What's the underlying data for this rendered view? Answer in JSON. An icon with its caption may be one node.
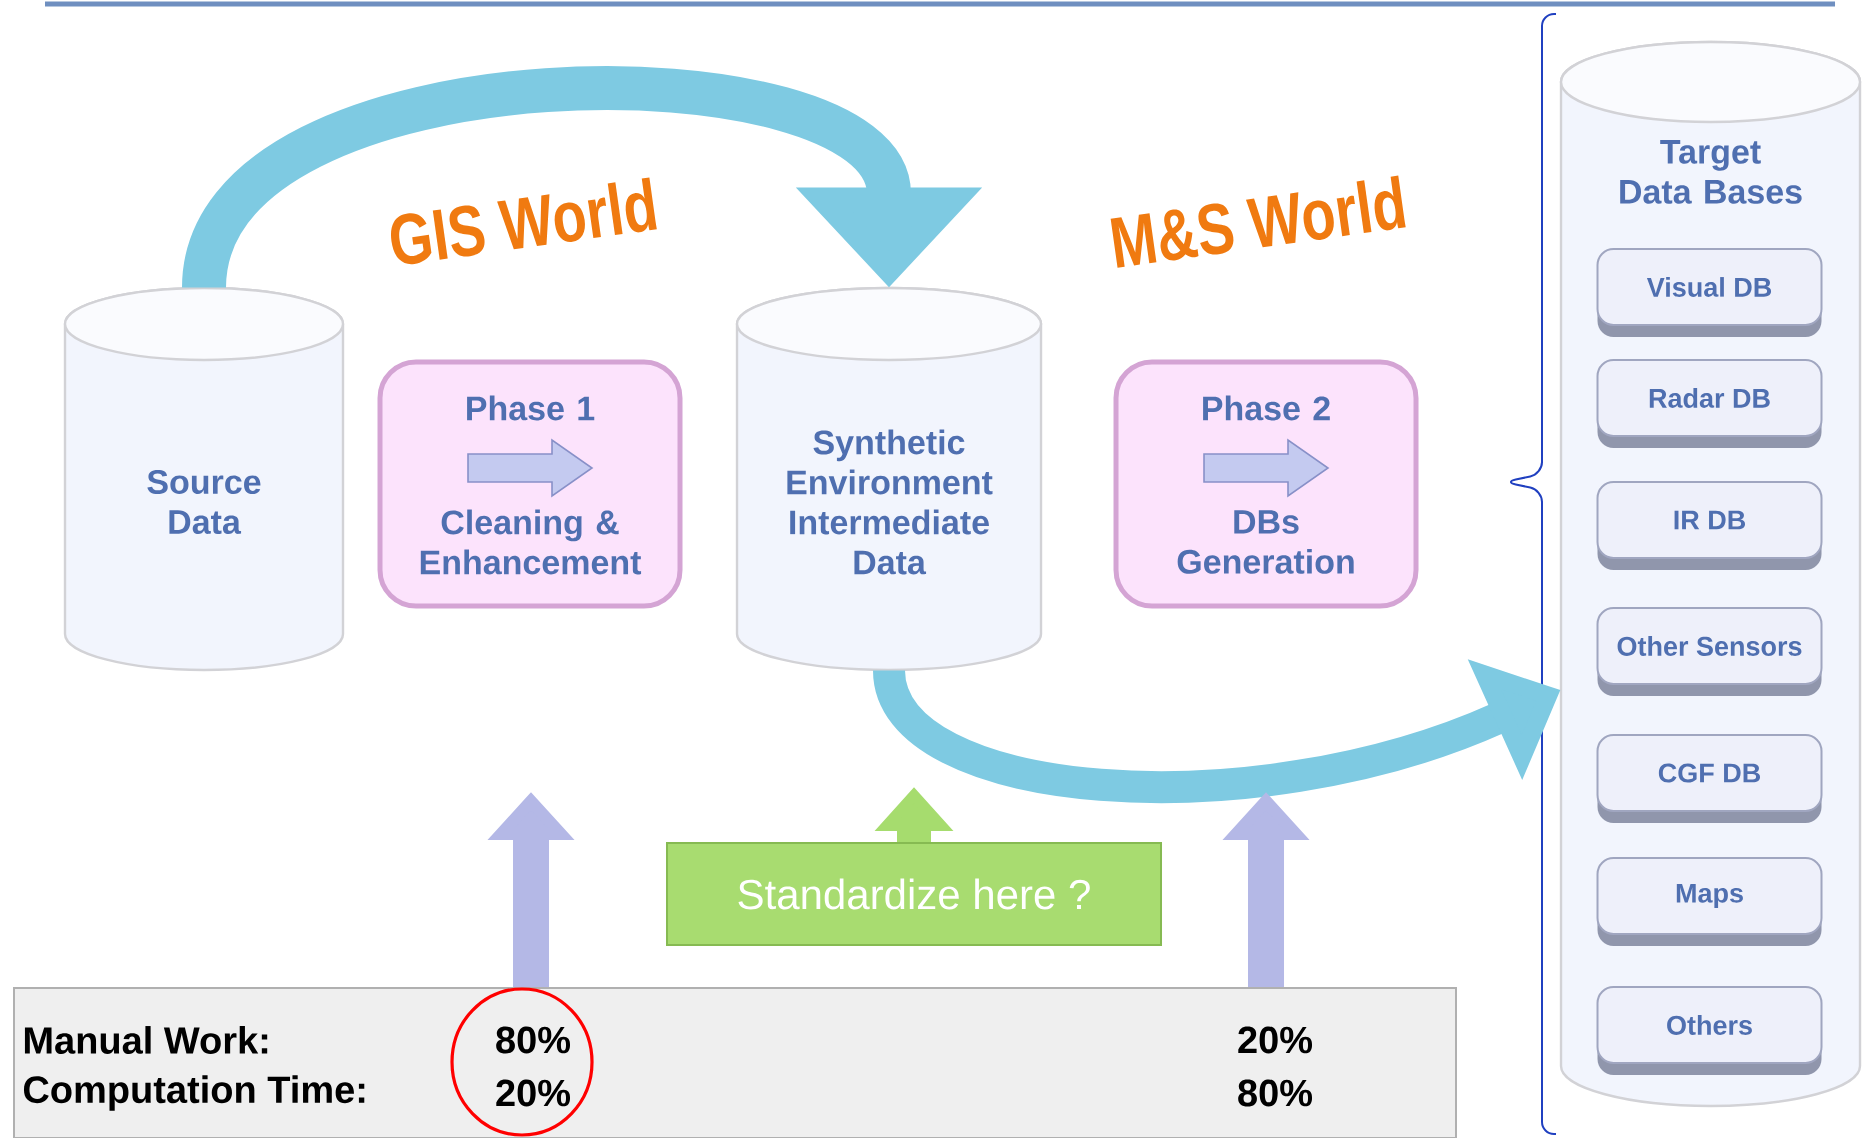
{
  "diagram": {
    "nodes": [
      {
        "text": [
          "Source Data"
        ]
      },
      {
        "text": [
          "Phase 1",
          "Cleaning & Enhancement"
        ]
      },
      {
        "text": [
          "Synthetic Environment Intermediate Data"
        ]
      },
      {
        "text": [
          "Phase 2",
          "DBs Generation"
        ]
      },
      {
        "text": [
          "Target Data Bases"
        ]
      },
      {
        "text": [
          "Visual DB"
        ],
        "in": 4
      },
      {
        "text": [
          "Radar DB"
        ],
        "in": 4
      },
      {
        "text": [
          "IR DB"
        ],
        "in": 4
      },
      {
        "text": [
          "Other Sensors"
        ],
        "in": 4
      },
      {
        "text": [
          "CGF DB"
        ],
        "in": 4
      },
      {
        "text": [
          "Maps"
        ],
        "in": 4
      },
      {
        "text": [
          "Others"
        ],
        "in": 4
      },
      {
        "text": [
          "Standardize here ?"
        ]
      },
      {
        "text": [
          "Manual Work:",
          "80%",
          "20%",
          "Computation Time:",
          "20%",
          "80%"
        ]
      }
    ],
    "edges": [
      {
        "from": 0,
        "to": 2,
        "arrow": "to",
        "color": "#7ecae2"
      },
      {
        "from": 2,
        "to": 4,
        "arrow": "to",
        "color": "#7ecae2"
      },
      {
        "from": 13,
        "to": null,
        "arrow": "to",
        "color": "#b4b8e6"
      },
      {
        "from": 13,
        "to": null,
        "arrow": "to",
        "color": "#b4b8e6"
      },
      {
        "from": 12,
        "to": null,
        "arrow": "to",
        "color": "#a6dc6e"
      }
    ],
    "labels": [
      "GIS World",
      "M&S World"
    ]
  }
}
